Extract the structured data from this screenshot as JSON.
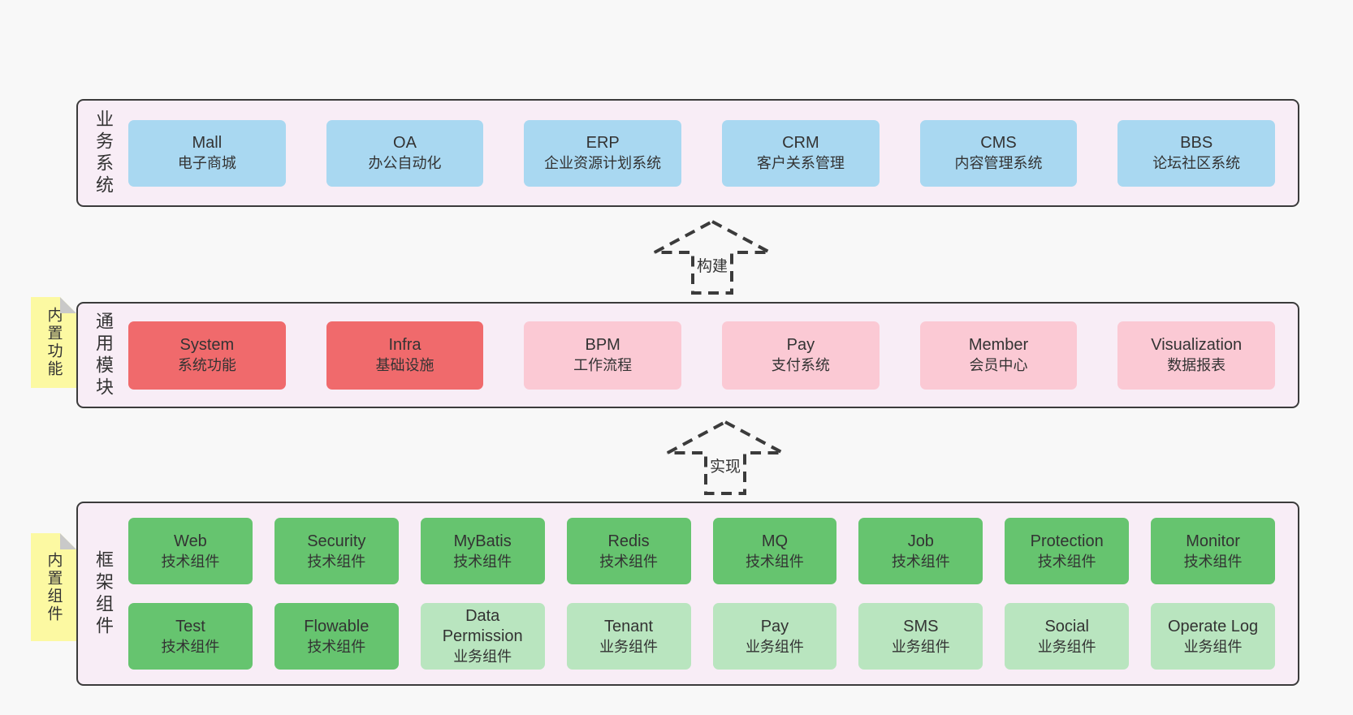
{
  "colors": {
    "bg": "#f8f8f8",
    "layerBg": "#f8edf6",
    "line": "#3b3b3b",
    "blue": "#a9d8f1",
    "red": "#f06a6c",
    "pink": "#fbc9d4",
    "green": "#66c46f",
    "lightgreen": "#b9e5bf",
    "yellow": "#fcf9a2",
    "fold": "#c9c9c9"
  },
  "arrows": [
    {
      "label": "构建"
    },
    {
      "label": "实现"
    }
  ],
  "layers": [
    {
      "side_label": "业务系统",
      "boxes": [
        {
          "title": "Mall",
          "subtitle": "电子商城",
          "variant": "blue"
        },
        {
          "title": "OA",
          "subtitle": "办公自动化",
          "variant": "blue"
        },
        {
          "title": "ERP",
          "subtitle": "企业资源计划系统",
          "variant": "blue"
        },
        {
          "title": "CRM",
          "subtitle": "客户关系管理",
          "variant": "blue"
        },
        {
          "title": "CMS",
          "subtitle": "内容管理系统",
          "variant": "blue"
        },
        {
          "title": "BBS",
          "subtitle": "论坛社区系统",
          "variant": "blue"
        }
      ]
    },
    {
      "side_label": "通用模块",
      "note": "内置功能",
      "boxes": [
        {
          "title": "System",
          "subtitle": "系统功能",
          "variant": "red"
        },
        {
          "title": "Infra",
          "subtitle": "基础设施",
          "variant": "red"
        },
        {
          "title": "BPM",
          "subtitle": "工作流程",
          "variant": "pink"
        },
        {
          "title": "Pay",
          "subtitle": "支付系统",
          "variant": "pink"
        },
        {
          "title": "Member",
          "subtitle": "会员中心",
          "variant": "pink"
        },
        {
          "title": "Visualization",
          "subtitle": "数据报表",
          "variant": "pink"
        }
      ]
    },
    {
      "side_label": "框架组件",
      "note": "内置组件",
      "rows": [
        [
          {
            "title": "Web",
            "subtitle": "技术组件",
            "variant": "green"
          },
          {
            "title": "Security",
            "subtitle": "技术组件",
            "variant": "green"
          },
          {
            "title": "MyBatis",
            "subtitle": "技术组件",
            "variant": "green"
          },
          {
            "title": "Redis",
            "subtitle": "技术组件",
            "variant": "green"
          },
          {
            "title": "MQ",
            "subtitle": "技术组件",
            "variant": "green"
          },
          {
            "title": "Job",
            "subtitle": "技术组件",
            "variant": "green"
          },
          {
            "title": "Protection",
            "subtitle": "技术组件",
            "variant": "green"
          },
          {
            "title": "Monitor",
            "subtitle": "技术组件",
            "variant": "green"
          }
        ],
        [
          {
            "title": "Test",
            "subtitle": "技术组件",
            "variant": "green"
          },
          {
            "title": "Flowable",
            "subtitle": "技术组件",
            "variant": "green"
          },
          {
            "title": "Data Permission",
            "subtitle": "业务组件",
            "variant": "lightgreen"
          },
          {
            "title": "Tenant",
            "subtitle": "业务组件",
            "variant": "lightgreen"
          },
          {
            "title": "Pay",
            "subtitle": "业务组件",
            "variant": "lightgreen"
          },
          {
            "title": "SMS",
            "subtitle": "业务组件",
            "variant": "lightgreen"
          },
          {
            "title": "Social",
            "subtitle": "业务组件",
            "variant": "lightgreen"
          },
          {
            "title": "Operate Log",
            "subtitle": "业务组件",
            "variant": "lightgreen"
          }
        ]
      ]
    }
  ]
}
